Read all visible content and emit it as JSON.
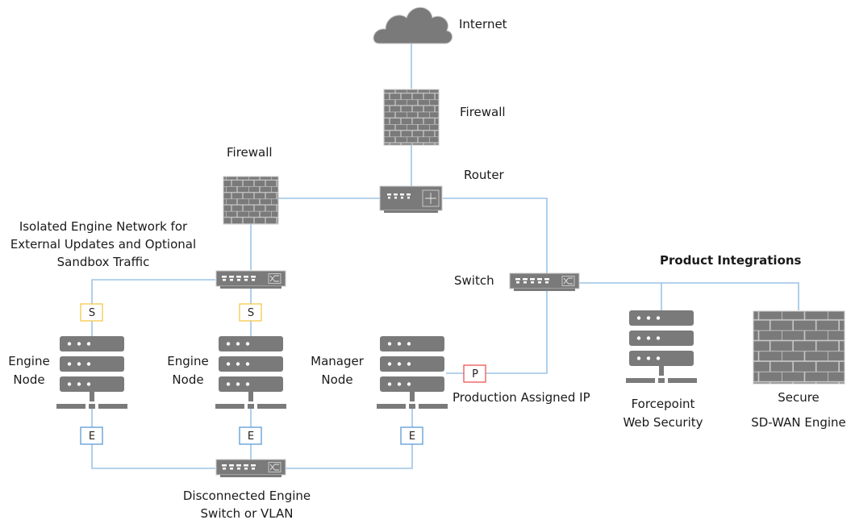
{
  "title": "Network topology: Forcepoint engine deployment",
  "colors": {
    "device_fill": "#787878",
    "device_stroke": "#c8c8c8",
    "link": "#9dc3e6",
    "tag_s": "#f5c84c",
    "tag_e": "#5b9bd5",
    "tag_p": "#ee5555"
  },
  "nodes": {
    "internet": {
      "label": "Internet",
      "icon": "cloud-icon"
    },
    "firewall_top": {
      "label": "Firewall",
      "icon": "firewall-icon"
    },
    "router": {
      "label": "Router",
      "icon": "router-icon"
    },
    "firewall_left": {
      "label": "Firewall",
      "icon": "firewall-icon"
    },
    "isolated_network": {
      "label_lines": [
        "Isolated Engine Network for",
        "External Updates and Optional",
        "Sandbox Traffic"
      ],
      "icon": "switch-icon"
    },
    "switch_main": {
      "label": "Switch",
      "icon": "switch-icon"
    },
    "product_integrations": {
      "label": "Product Integrations"
    },
    "engine_node_1": {
      "label_lines": [
        "Engine",
        "Node"
      ],
      "icon": "server-icon"
    },
    "engine_node_2": {
      "label_lines": [
        "Engine",
        "Node"
      ],
      "icon": "server-icon"
    },
    "manager_node": {
      "label_lines": [
        "Manager",
        "Node"
      ],
      "icon": "server-icon"
    },
    "forcepoint_web_security": {
      "label_lines": [
        "Forcepoint",
        "Web Security"
      ],
      "icon": "server-icon"
    },
    "secure_sdwan": {
      "label_lines": [
        "Secure",
        "SD-WAN Engine"
      ],
      "icon": "firewall-icon"
    },
    "disconnected_switch": {
      "label_lines": [
        "Disconnected Engine",
        "Switch or VLAN"
      ],
      "icon": "switch-icon"
    }
  },
  "tags": {
    "s1": "S",
    "s2": "S",
    "e1": "E",
    "e2": "E",
    "e3": "E",
    "p": "P"
  },
  "annotations": {
    "production_ip": "Production Assigned IP"
  }
}
